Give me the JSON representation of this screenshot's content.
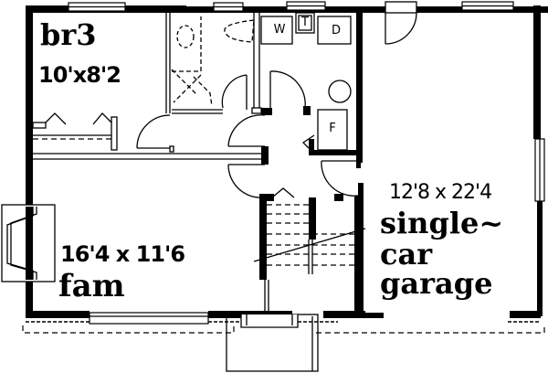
{
  "plan": {
    "type": "floor-plan",
    "colors": {
      "wall": "#000000",
      "background": "#ffffff"
    }
  },
  "rooms": [
    {
      "id": "br3",
      "name": "br3",
      "dimensions": "10'x8'2"
    },
    {
      "id": "fam",
      "name": "fam",
      "dimensions": "16'4 x 11'6"
    },
    {
      "id": "garage",
      "name_line1": "single~",
      "name_line2": "car",
      "name_line3": "garage",
      "dimensions": "12'8 x 22'4"
    }
  ],
  "fixtures": {
    "washer": "W",
    "tub": "T",
    "dryer": "D",
    "furnace": "F"
  }
}
